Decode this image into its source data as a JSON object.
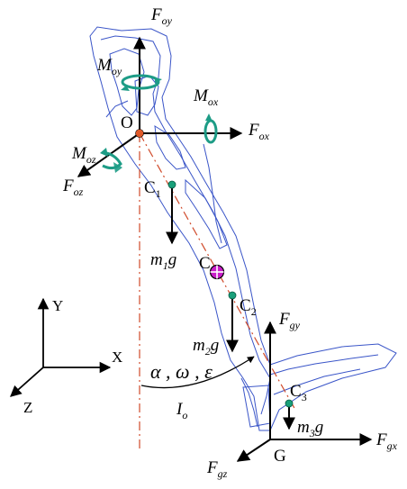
{
  "forces": {
    "F_oy": {
      "main": "F",
      "sub": "oy"
    },
    "F_ox": {
      "main": "F",
      "sub": "ox"
    },
    "F_oz": {
      "main": "F",
      "sub": "oz"
    },
    "F_gy": {
      "main": "F",
      "sub": "gy"
    },
    "F_gx": {
      "main": "F",
      "sub": "gx"
    },
    "F_gz": {
      "main": "F",
      "sub": "gz"
    }
  },
  "moments": {
    "M_oy": {
      "main": "M",
      "sub": "oy"
    },
    "M_ox": {
      "main": "M",
      "sub": "ox"
    },
    "M_oz": {
      "main": "M",
      "sub": "oz"
    }
  },
  "points": {
    "O": "O",
    "C": "C",
    "C1": {
      "main": "C",
      "sub": "1"
    },
    "C2": {
      "main": "C",
      "sub": "2"
    },
    "C3": {
      "main": "C",
      "sub": "3"
    },
    "G": "G"
  },
  "weights": {
    "m1g": {
      "m": "m",
      "sub": "1",
      "g": "g"
    },
    "m2g": {
      "m": "m",
      "sub": "2",
      "g": "g"
    },
    "m3g": {
      "m": "m",
      "sub": "3",
      "g": "g"
    }
  },
  "kinematics": "α , ω , ε",
  "inertia": {
    "main": "I",
    "sub": "o"
  },
  "axes": {
    "x": "X",
    "y": "Y",
    "z": "Z"
  },
  "colors": {
    "outline": "#3a55c8",
    "axis_line": "#d04a2a",
    "com_marker": "#19a07a",
    "moment_arrow": "#1d9c86",
    "pivot": "#e05a2a",
    "com_cross_fill": "#c81ec8"
  }
}
